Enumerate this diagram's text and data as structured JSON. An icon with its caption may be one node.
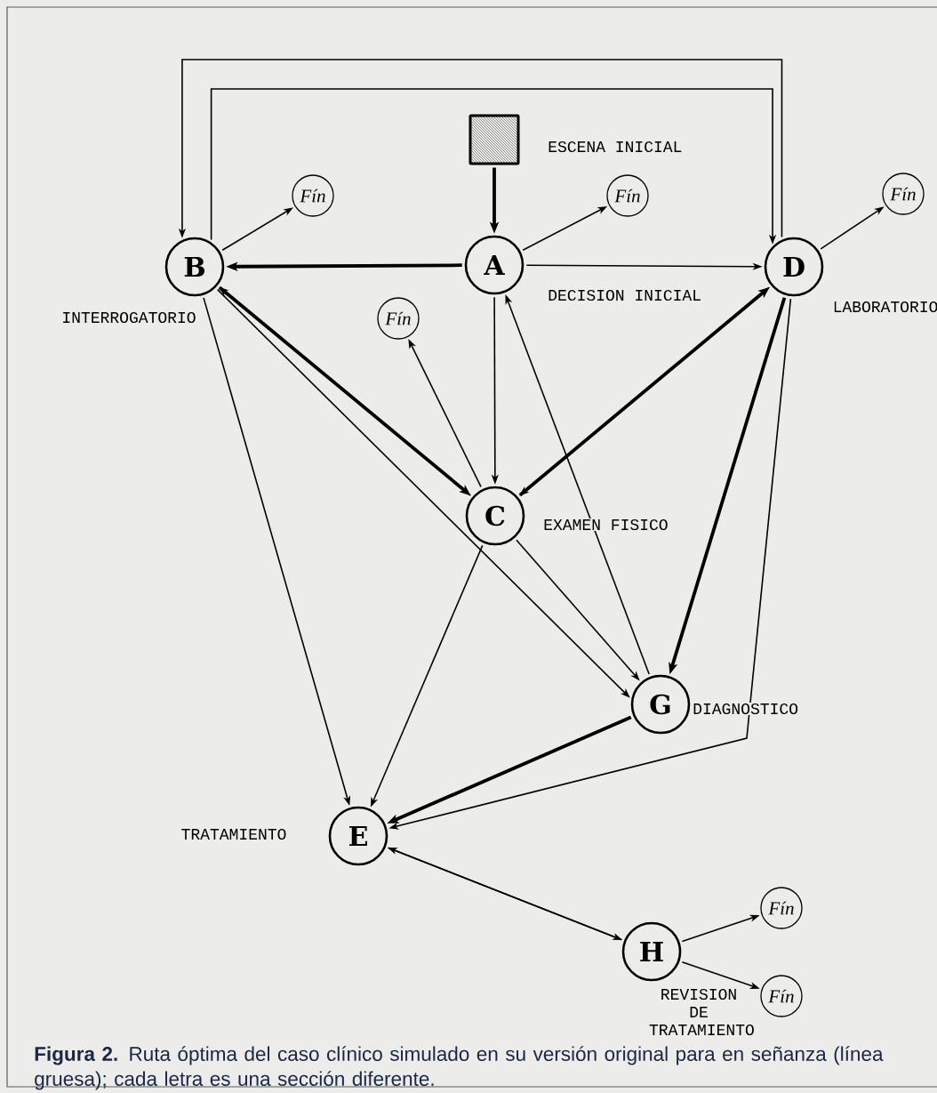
{
  "diagram": {
    "caption": "**Figura 2.** Ruta óptima del caso clínico simulado en su versión original para en señanza (línea gruesa); cada letra es una sección diferente.",
    "nodes": [
      {
        "text": [],
        "shape": "box",
        "beside": [
          "ESCENA INICIAL"
        ]
      },
      {
        "text": [
          "A"
        ],
        "beside": [
          "DECISION INICIAL"
        ]
      },
      {
        "text": [
          "B"
        ],
        "beside": [
          "INTERROGATORIO"
        ]
      },
      {
        "text": [
          "D"
        ],
        "beside": [
          "LABORATORIO"
        ]
      },
      {
        "text": [
          "C"
        ],
        "beside": [
          "EXAMEN FISICO"
        ]
      },
      {
        "text": [
          "G"
        ],
        "beside": [
          "DIAGNOSTICO"
        ]
      },
      {
        "text": [
          "E"
        ],
        "beside": [
          "TRATAMIENTO"
        ]
      },
      {
        "text": [
          "H"
        ],
        "beside": [
          "REVISION DE TRATAMIENTO"
        ]
      },
      {
        "text": [
          "Fín"
        ]
      },
      {
        "text": [
          "Fín"
        ]
      },
      {
        "text": [
          "Fín"
        ]
      },
      {
        "text": [
          "Fín"
        ]
      },
      {
        "text": [
          "Fín"
        ]
      },
      {
        "text": [
          "Fín"
        ]
      }
    ],
    "edges": [
      {
        "from": 0,
        "to": 1,
        "arrow": "to",
        "style": "thick"
      },
      {
        "from": 1,
        "to": 2,
        "arrow": "to",
        "style": "thick"
      },
      {
        "from": 1,
        "to": 3,
        "arrow": "to"
      },
      {
        "from": 1,
        "to": 9,
        "arrow": "to"
      },
      {
        "from": 1,
        "to": 4,
        "arrow": "to"
      },
      {
        "from": 5,
        "to": 1,
        "arrow": "to"
      },
      {
        "from": 2,
        "to": 8,
        "arrow": "to"
      },
      {
        "from": 3,
        "to": 2,
        "arrow": "to"
      },
      {
        "from": 2,
        "to": 3,
        "arrow": "to"
      },
      {
        "from": 2,
        "to": 4,
        "arrow": "to",
        "style": "thick"
      },
      {
        "from": 4,
        "to": 2,
        "arrow": "to"
      },
      {
        "from": 2,
        "to": 6,
        "arrow": "to"
      },
      {
        "from": 2,
        "to": 5,
        "arrow": "to"
      },
      {
        "from": 4,
        "to": 11,
        "arrow": "to"
      },
      {
        "from": 3,
        "to": 4,
        "arrow": "to"
      },
      {
        "from": 4,
        "to": 3,
        "arrow": "to",
        "style": "thick"
      },
      {
        "from": 3,
        "to": 10,
        "arrow": "to"
      },
      {
        "from": 3,
        "to": 5,
        "arrow": "to",
        "style": "thick"
      },
      {
        "from": 3,
        "to": 6,
        "arrow": "to"
      },
      {
        "from": 4,
        "to": 6,
        "arrow": "to"
      },
      {
        "from": 4,
        "to": 5,
        "arrow": "to"
      },
      {
        "from": 5,
        "to": 6,
        "arrow": "to",
        "style": "thick"
      },
      {
        "from": 7,
        "to": 6,
        "arrow": "to"
      },
      {
        "from": 6,
        "to": 7,
        "arrow": "to"
      },
      {
        "from": 7,
        "to": 12,
        "arrow": "to"
      },
      {
        "from": 7,
        "to": 13,
        "arrow": "to"
      }
    ]
  }
}
